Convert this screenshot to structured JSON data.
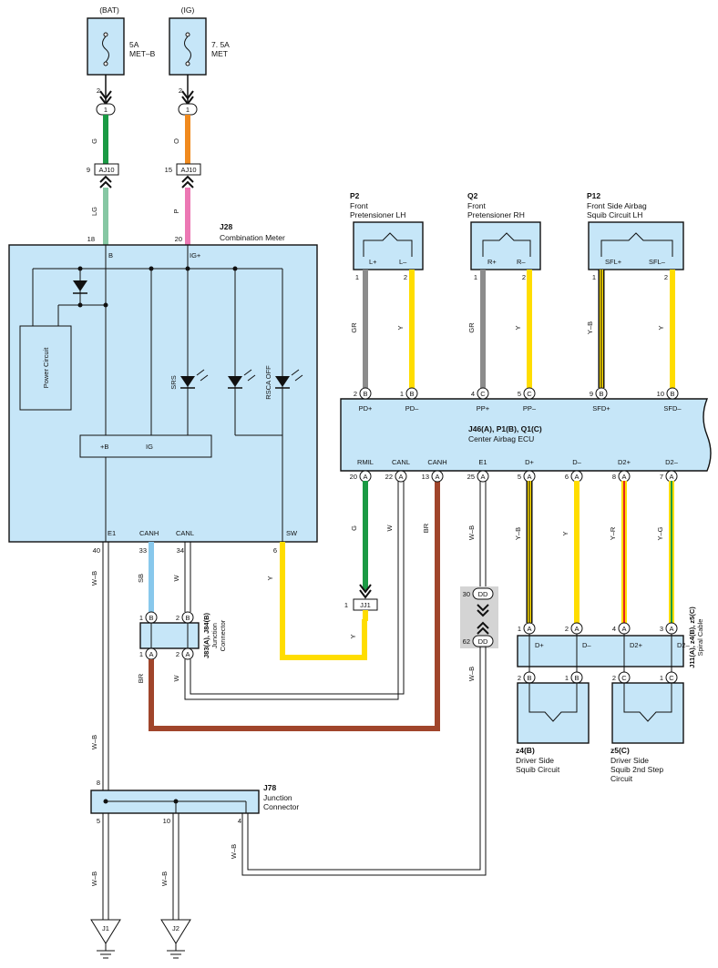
{
  "fuses": [
    {
      "supply": "(BAT)",
      "rating": "5A",
      "name": "MET–B",
      "pin": "2",
      "conn": "1"
    },
    {
      "supply": "(IG)",
      "rating": "7. 5A",
      "name": "MET",
      "pin": "2",
      "conn": "1"
    }
  ],
  "wire_colors": {
    "G": "#1a9a44",
    "O": "#f08a1e",
    "LG": "#86c7a3",
    "P": "#ec78b4",
    "GR": "#8c8c8c",
    "Y": "#ffdd00",
    "R": "#e5261f",
    "SB": "#88c8ec",
    "BR": "#a0452b",
    "W": "#ffffff",
    "B": "#111111"
  },
  "wire_labels": {
    "g": "G",
    "o": "O",
    "lg": "LG",
    "p": "P",
    "gr": "GR",
    "y": "Y",
    "yb": "Y–B",
    "yr": "Y–R",
    "yg": "Y–G",
    "wb": "W–B",
    "w": "W",
    "sb": "SB",
    "br": "BR"
  },
  "aj10": {
    "name": "AJ10",
    "pin_left": "9",
    "pin_right": "15"
  },
  "meter": {
    "id": "J28",
    "name": "Combination Meter",
    "pin_b": "18",
    "pin_ig": "20",
    "term_b": "B",
    "term_ig": "IG+",
    "power_circuit": "Power Circuit",
    "inner_b": "+B",
    "inner_ig": "IG",
    "srs": "SRS",
    "rsca": "RSCA OFF",
    "e1": "E1",
    "canh": "CANH",
    "canl": "CANL",
    "sw": "SW",
    "pin_e1": "40",
    "pin_canh": "33",
    "pin_canl": "34",
    "pin_sw": "6"
  },
  "pretensioners": [
    {
      "id": "P2",
      "line1": "Front",
      "line2": "Pretensioner LH",
      "t1": "L+",
      "t2": "L–",
      "p1": "1",
      "p2": "2"
    },
    {
      "id": "Q2",
      "line1": "Front",
      "line2": "Pretensioner RH",
      "t1": "R+",
      "t2": "R–",
      "p1": "1",
      "p2": "2"
    },
    {
      "id": "P12",
      "line1": "Front Side Airbag",
      "line2": "Squib Circuit LH",
      "t1": "SFL+",
      "t2": "SFL–",
      "p1": "1",
      "p2": "2"
    }
  ],
  "ecu": {
    "id": "J46(A), P1(B), Q1(C)",
    "name": "Center Airbag ECU",
    "top": [
      {
        "pin": "2",
        "c": "B",
        "t": "PD+"
      },
      {
        "pin": "1",
        "c": "B",
        "t": "PD–"
      },
      {
        "pin": "4",
        "c": "C",
        "t": "PP+"
      },
      {
        "pin": "5",
        "c": "C",
        "t": "PP–"
      },
      {
        "pin": "9",
        "c": "B",
        "t": "SFD+"
      },
      {
        "pin": "10",
        "c": "B",
        "t": "SFD–"
      }
    ],
    "bottom": [
      {
        "pin": "20",
        "c": "A",
        "t": "RMIL"
      },
      {
        "pin": "22",
        "c": "A",
        "t": "CANL"
      },
      {
        "pin": "13",
        "c": "A",
        "t": "CANH"
      },
      {
        "pin": "25",
        "c": "A",
        "t": "E1"
      },
      {
        "pin": "5",
        "c": "A",
        "t": "D+"
      },
      {
        "pin": "6",
        "c": "A",
        "t": "D–"
      },
      {
        "pin": "8",
        "c": "A",
        "t": "D2+"
      },
      {
        "pin": "7",
        "c": "A",
        "t": "D2–"
      }
    ]
  },
  "jj1": {
    "name": "JJ1",
    "pin": "1"
  },
  "dd": {
    "name": "DD",
    "pin_top": "30",
    "pin_bottom": "62"
  },
  "j83": {
    "id": "J83(A), J84(B)",
    "line1": "Junction",
    "line2": "Connector",
    "tl": "1",
    "tl_c": "B",
    "tr": "2",
    "tr_c": "B",
    "bl": "1",
    "bl_c": "A",
    "br": "2",
    "br_c": "A"
  },
  "spiral": {
    "id": "J11(A), z4(B), z5(C)",
    "name": "Spiral Cable",
    "top": [
      {
        "pin": "1",
        "c": "A"
      },
      {
        "pin": "2",
        "c": "A"
      },
      {
        "pin": "4",
        "c": "A"
      },
      {
        "pin": "3",
        "c": "A"
      }
    ],
    "terms": [
      "D+",
      "D–",
      "D2+",
      "D2–"
    ],
    "bottom": [
      {
        "pin": "2",
        "c": "B"
      },
      {
        "pin": "1",
        "c": "B"
      },
      {
        "pin": "2",
        "c": "C"
      },
      {
        "pin": "1",
        "c": "C"
      }
    ]
  },
  "squibs": [
    {
      "id": "z4(B)",
      "line1": "Driver Side",
      "line2": "Squib Circuit",
      "line3": ""
    },
    {
      "id": "z5(C)",
      "line1": "Driver Side",
      "line2": "Squib 2nd Step",
      "line3": "Circuit"
    }
  ],
  "j78": {
    "id": "J78",
    "line1": "Junction",
    "line2": "Connector",
    "pin_in": "8",
    "p5": "5",
    "p10": "10",
    "p4": "4"
  },
  "grounds": [
    {
      "name": "J1"
    },
    {
      "name": "J2"
    }
  ]
}
